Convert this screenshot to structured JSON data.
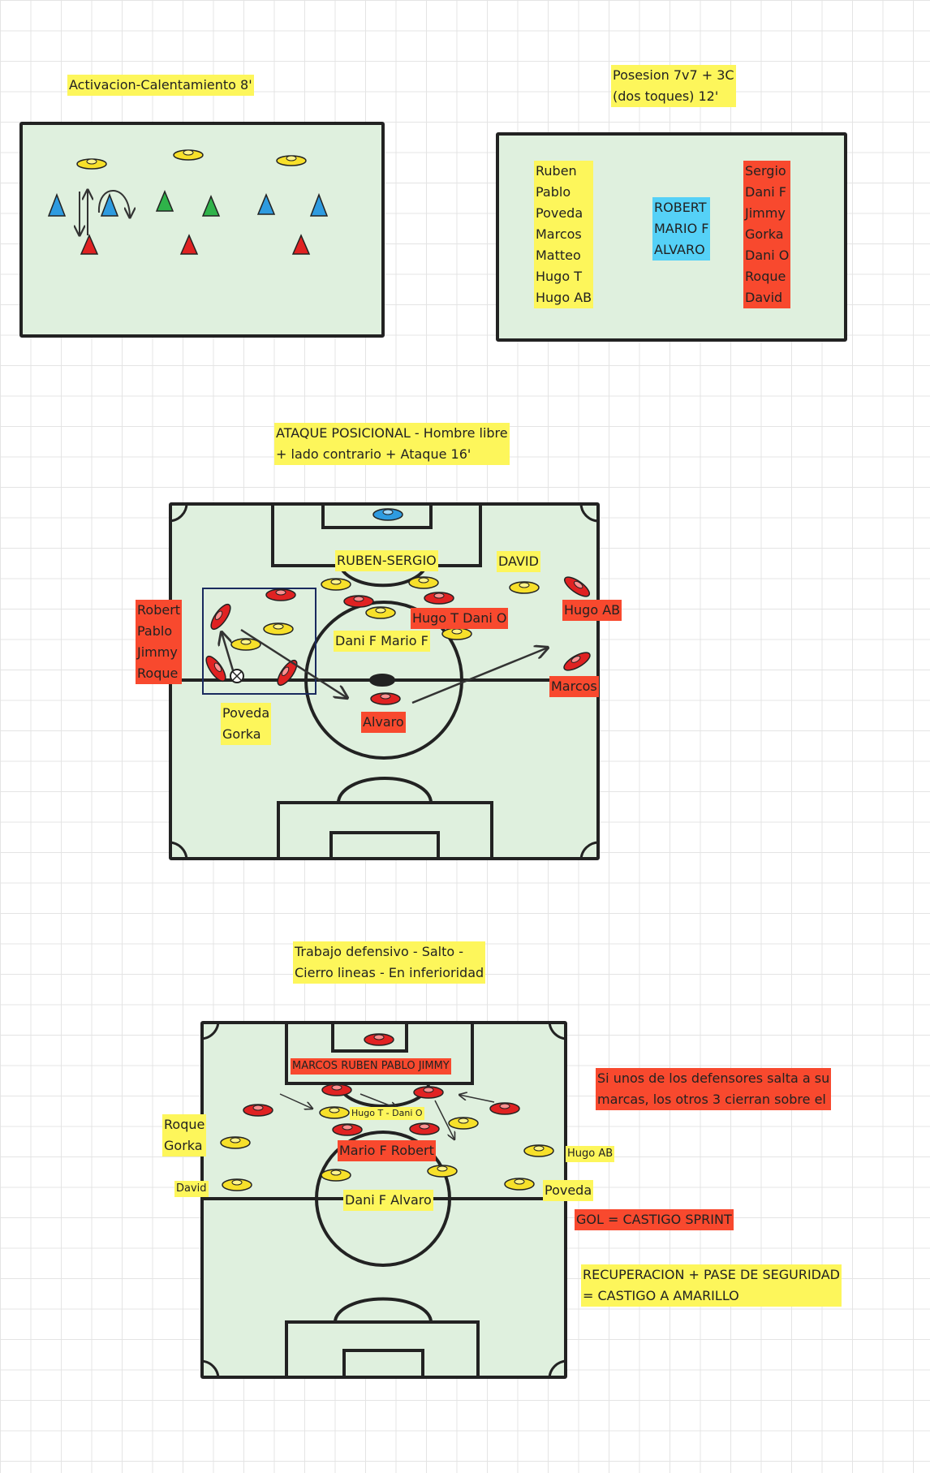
{
  "activation": {
    "title": "Activacion-Calentamiento 8'"
  },
  "possession": {
    "title_line1": "Posesion 7v7 + 3C",
    "title_line2": "(dos toques) 12'",
    "yellow_team": [
      "Ruben",
      "Pablo",
      "Poveda",
      "Marcos",
      "Matteo",
      "Hugo T",
      "Hugo AB"
    ],
    "blue_team": [
      "ROBERT",
      "MARIO F",
      "ALVARO"
    ],
    "red_team": [
      "Sergio",
      "Dani F",
      "Jimmy",
      "Gorka",
      "Dani O",
      "Roque",
      "David"
    ]
  },
  "attack": {
    "title_line1": "ATAQUE POSICIONAL - Hombre libre",
    "title_line2": "+ lado contrario + Ataque 16'",
    "labels": {
      "ruben_sergio": "RUBEN-SERGIO",
      "david": "DAVID",
      "hugo_t_dani_o": "Hugo T Dani O",
      "hugo_ab": "Hugo AB",
      "dani_f_mario_f": "Dani F Mario F",
      "marcos": "Marcos",
      "alvaro": "Alvaro",
      "left_group": [
        "Robert",
        "Pablo",
        "Jimmy",
        "Roque"
      ],
      "poveda_gorka": [
        "Poveda",
        "Gorka"
      ]
    }
  },
  "defense": {
    "title_line1": "Trabajo defensivo - Salto -",
    "title_line2": "Cierro lineas - En inferioridad",
    "labels": {
      "back_line": "MARCOS RUBEN PABLO JIMMY",
      "hugo_t_dani_o": "Hugo T - Dani O",
      "roque_gorka": [
        "Roque",
        "Gorka"
      ],
      "mario_f_robert": "Mario F Robert",
      "hugo_ab": "Hugo AB",
      "david": "David",
      "poveda": "Poveda",
      "dani_f_alvaro": "Dani F Alvaro"
    },
    "rule_line1": "Si unos de los defensores salta a su",
    "rule_line2": "marcas, los otros 3 cierran sobre el",
    "penalty": "GOL = CASTIGO SPRINT",
    "recovery_line1": "RECUPERACION + PASE DE SEGURIDAD",
    "recovery_line2": "= CASTIGO A AMARILLO"
  },
  "colors": {
    "yellow_team": "#fdf65b",
    "red_team": "#f8492e",
    "blue_team": "#55d1f7",
    "pitch": "#dff0de",
    "marker_yellow": "#f7e02a",
    "marker_red": "#e02222",
    "marker_blue": "#2e9be0",
    "marker_green": "#2fb34a"
  }
}
